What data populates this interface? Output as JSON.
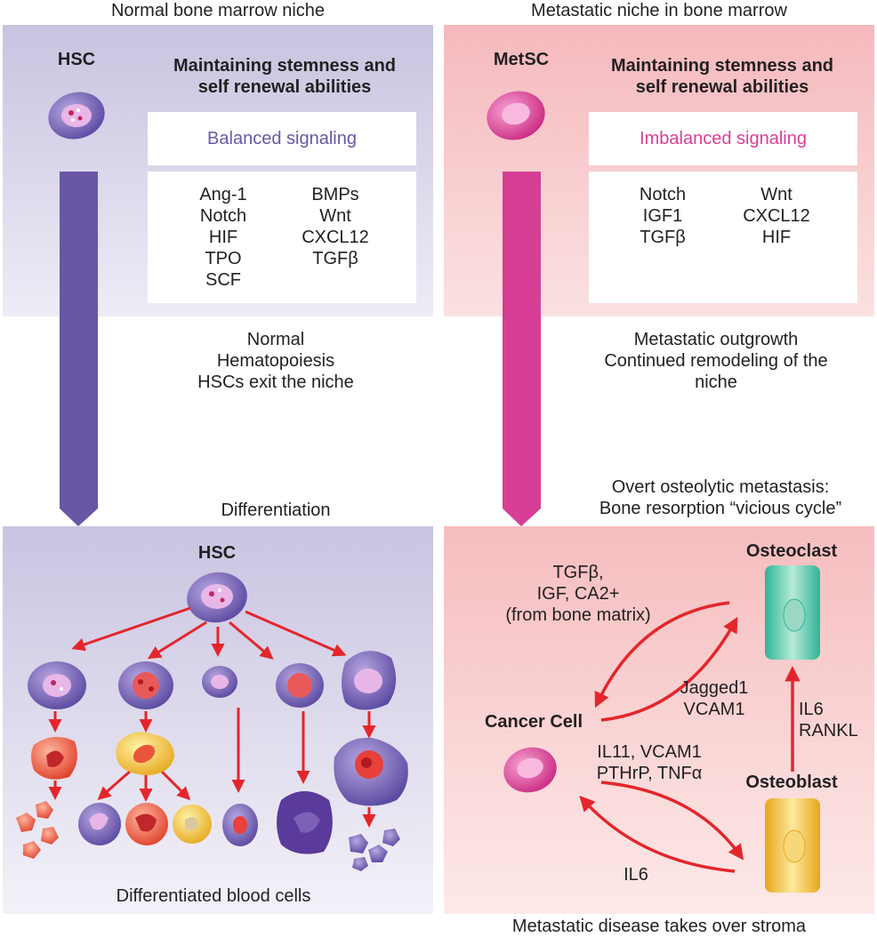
{
  "left": {
    "header": "Normal bone marrow niche",
    "cell_label": "HSC",
    "heading_line1": "Maintaining stemness and",
    "heading_line2": "self renewal abilities",
    "signaling": "Balanced signaling",
    "factors_col1": [
      "Ang-1",
      "Notch",
      "HIF",
      "TPO",
      "SCF"
    ],
    "factors_col2": [
      "BMPs",
      "Wnt",
      "CXCL12",
      "TGFβ"
    ],
    "outcome": [
      "Normal",
      "Hematopoiesis",
      "HSCs exit the niche"
    ],
    "arrow_label": "Differentiation",
    "bottom_cell_label": "HSC",
    "bottom_caption": "Differentiated blood cells"
  },
  "right": {
    "header": "Metastatic niche in bone marrow",
    "cell_label": "MetSC",
    "heading_line1": "Maintaining stemness and",
    "heading_line2": "self renewal abilities",
    "signaling": "Imbalanced signaling",
    "factors_col1": [
      "Notch",
      "IGF1",
      "TGFβ"
    ],
    "factors_col2": [
      "Wnt",
      "CXCL12",
      "HIF"
    ],
    "outcome": [
      "Metastatic outgrowth",
      "Continued remodeling of the",
      "niche"
    ],
    "arrow_label": [
      "Overt osteolytic metastasis:",
      "Bone resorption “vicious cycle”"
    ],
    "osteoclast": "Osteoclast",
    "osteoblast": "Osteoblast",
    "cancer_cell": "Cancer Cell",
    "to_cancer_from_osteoclast": [
      "TGFβ,",
      "IGF, CA2+",
      "(from bone matrix)"
    ],
    "to_osteoclast": [
      "Jagged1",
      "VCAM1"
    ],
    "to_osteoblast": [
      "IL11, VCAM1",
      "PTHrP, TNFα"
    ],
    "osteoblast_to_osteoclast": [
      "IL6",
      "RANKL"
    ],
    "osteoblast_to_cancer": "IL6",
    "footer": "Metastatic disease takes over stroma"
  },
  "colors": {
    "purple_bg": "#c9c4e0",
    "pink_bg": "#f4b8bc",
    "purple_arrow": "#6a56a6",
    "pink_arrow": "#d63f95",
    "purple_text": "#6658a6",
    "pink_text": "#d63f95",
    "red_arrow": "#e3262c"
  }
}
